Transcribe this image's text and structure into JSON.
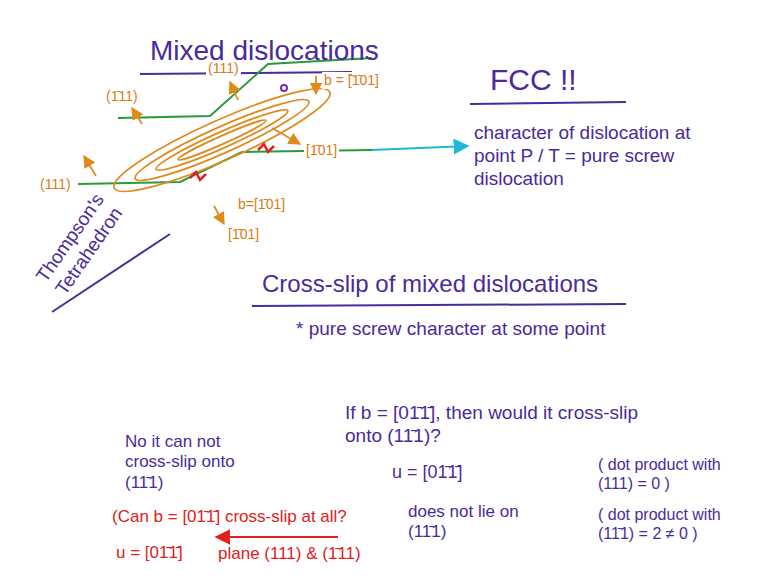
{
  "diagram": {
    "title": "Mixed dislocations",
    "labels": [
      "FCC !!",
      "(111)",
      "b = [̄1̄01]",
      "(1̄11)",
      "(111)",
      "[1̄01]",
      "character of dislocation at point P / T = pure screw dislocation",
      "b=[1̄01]",
      "[1̄01]",
      "Thompson's Tetrahedron",
      "Cross-slip of mixed dislocations",
      "* pure screw character at some point",
      "If b = [01̄1̄], then would it cross-slip onto (11̄1)?",
      "u = [01̄1̄]",
      "( dot product with (111) = 0 )",
      "No it can not cross-slip onto (11̄1)",
      "does not lie on (11̄1)",
      "( dot product with (11̄1) = 2 ≠ 0 )",
      "(Can b = [01̄1̄] cross-slip at all?",
      "u = [01̄1̄]",
      "plane (111) & (1̄11)"
    ]
  }
}
